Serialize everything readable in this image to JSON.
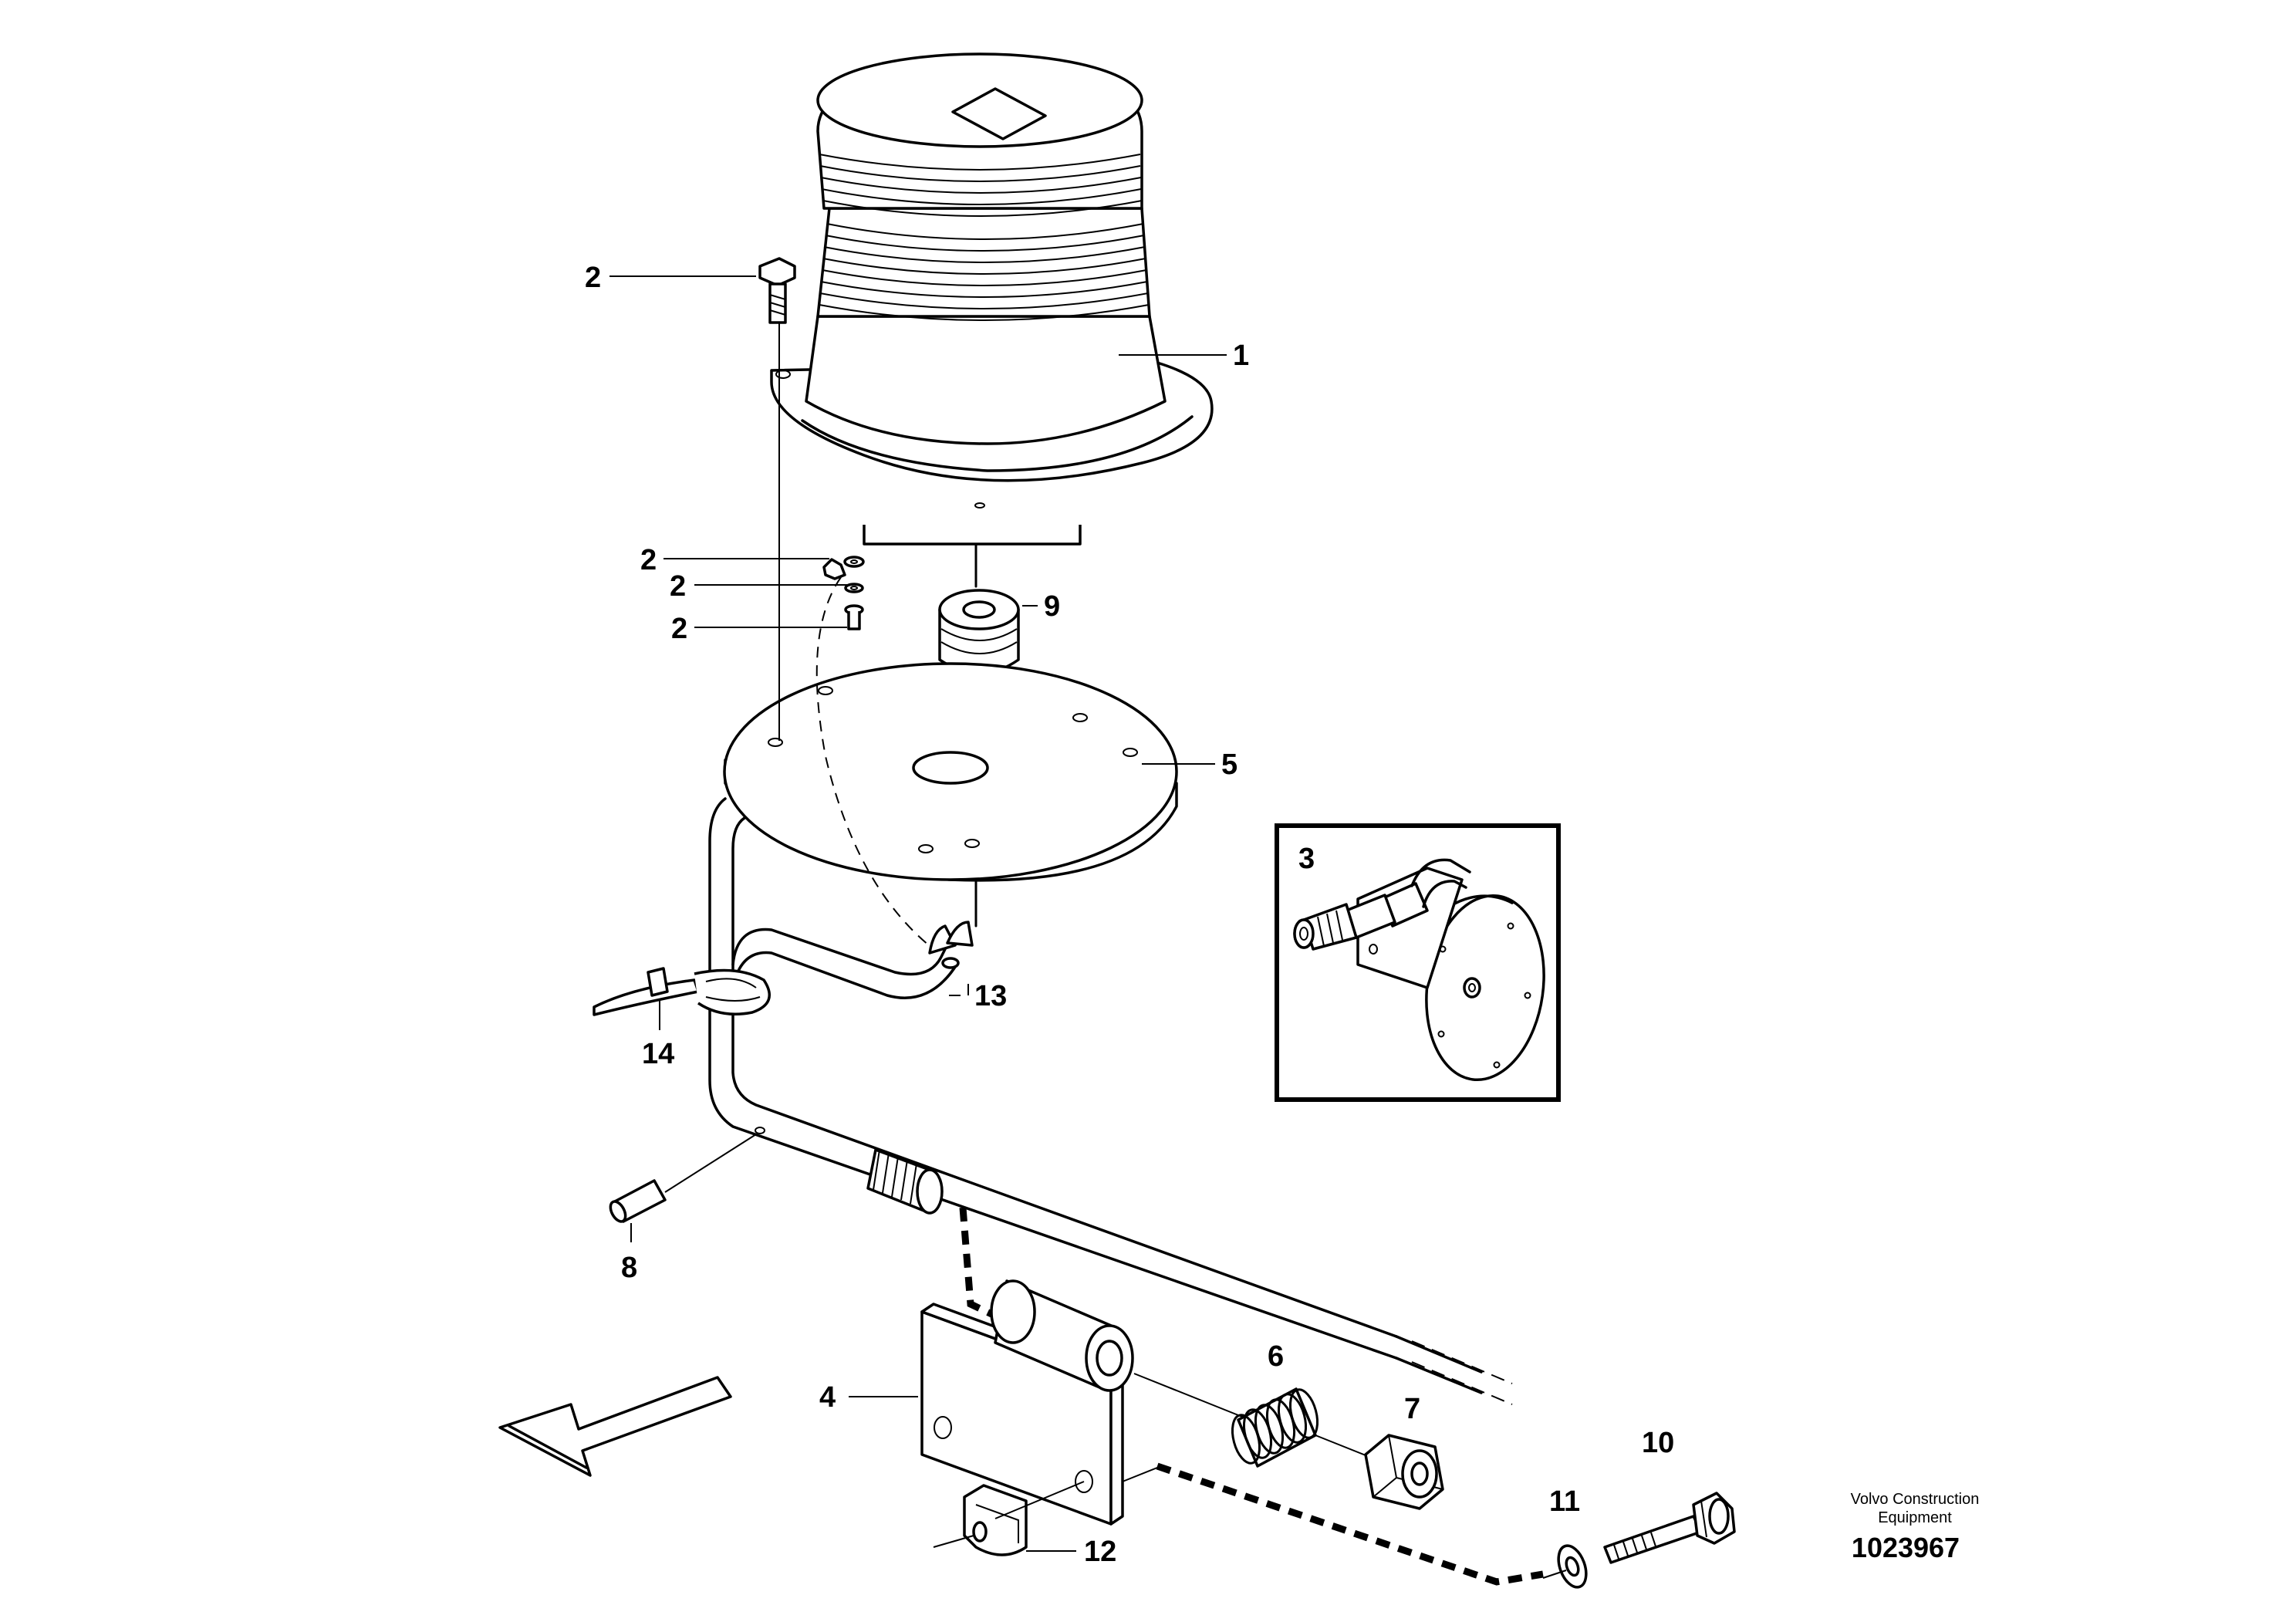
{
  "callouts": {
    "c1": "1",
    "c2a": "2",
    "c2b": "2",
    "c2c": "2",
    "c2d": "2",
    "c3": "3",
    "c4": "4",
    "c5": "5",
    "c6": "6",
    "c7": "7",
    "c8": "8",
    "c9": "9",
    "c10": "10",
    "c11": "11",
    "c12": "12",
    "c13": "13",
    "c14": "14"
  },
  "credit": {
    "line1": "Volvo Construction",
    "line2": "Equipment",
    "number": "1023967"
  }
}
